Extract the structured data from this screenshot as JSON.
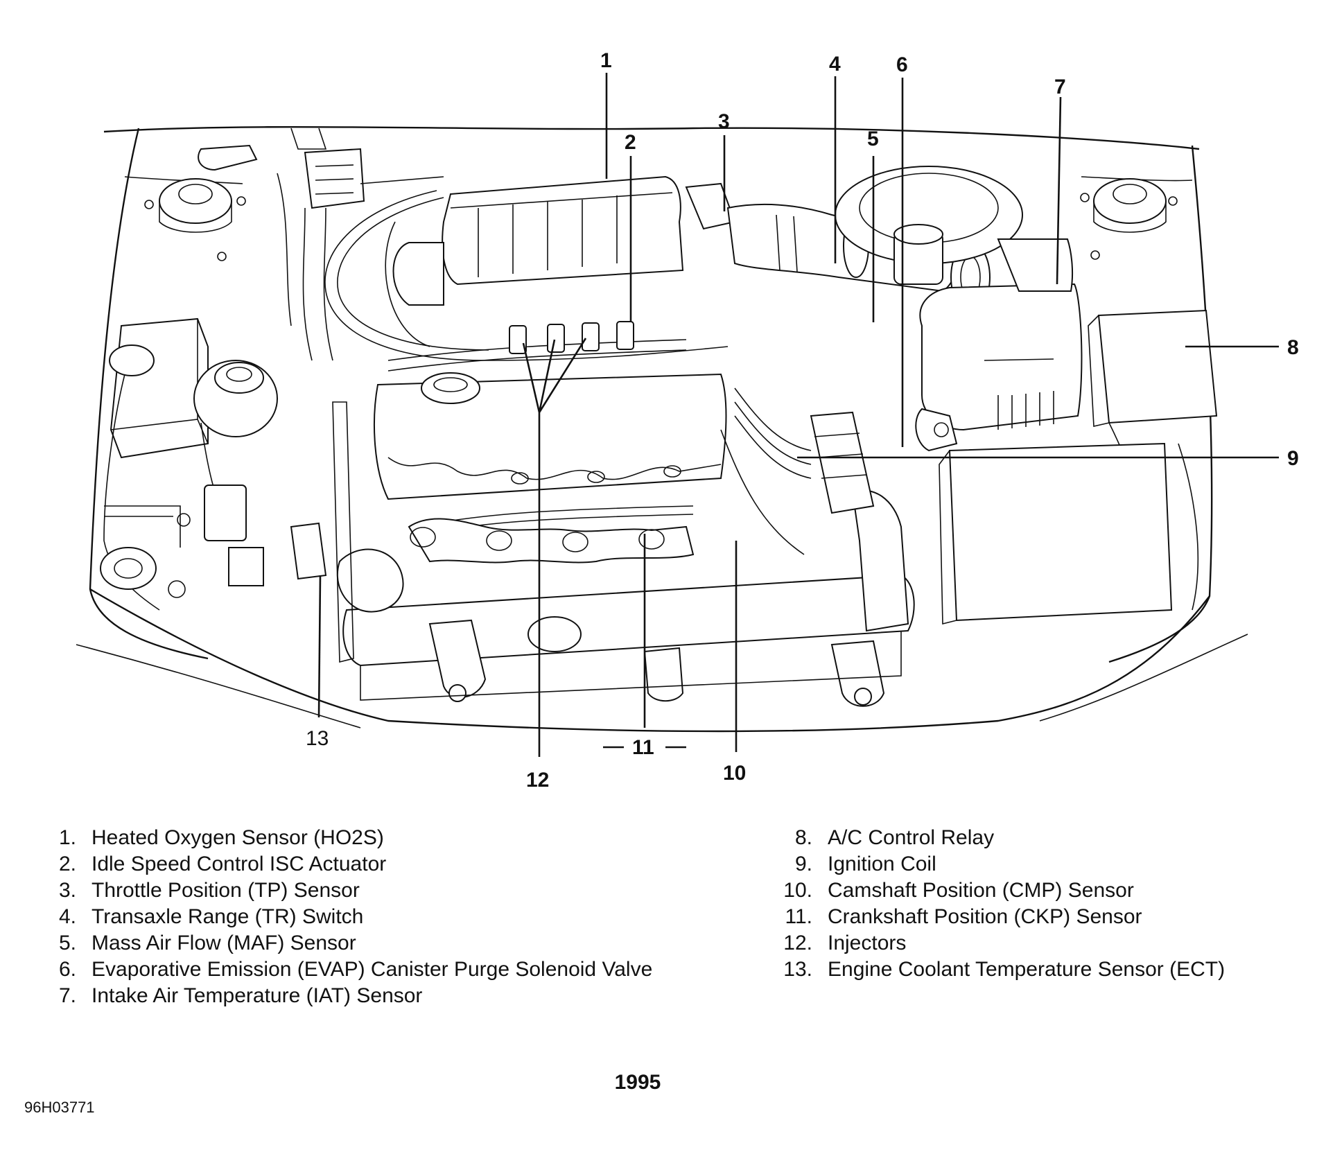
{
  "callouts": [
    "1",
    "2",
    "3",
    "4",
    "5",
    "6",
    "7",
    "8",
    "9",
    "10",
    "11",
    "12",
    "13"
  ],
  "legend": [
    {
      "num": "1.",
      "label": "Heated Oxygen Sensor (HO2S)"
    },
    {
      "num": "2.",
      "label": "Idle Speed Control ISC Actuator"
    },
    {
      "num": "3.",
      "label": "Throttle Position (TP) Sensor"
    },
    {
      "num": "4.",
      "label": "Transaxle Range (TR) Switch"
    },
    {
      "num": "5.",
      "label": "Mass Air Flow (MAF) Sensor"
    },
    {
      "num": "6.",
      "label": "Evaporative Emission (EVAP) Canister Purge Solenoid Valve"
    },
    {
      "num": "7.",
      "label": "Intake Air Temperature (IAT) Sensor"
    },
    {
      "num": "8.",
      "label": "A/C Control Relay"
    },
    {
      "num": "9.",
      "label": "Ignition Coil"
    },
    {
      "num": "10.",
      "label": "Camshaft Position (CMP) Sensor"
    },
    {
      "num": "11.",
      "label": "Crankshaft Position (CKP) Sensor"
    },
    {
      "num": "12.",
      "label": "Injectors"
    },
    {
      "num": "13.",
      "label": "Engine Coolant Temperature Sensor (ECT)"
    }
  ],
  "year": "1995",
  "figure_id": "96H03771"
}
